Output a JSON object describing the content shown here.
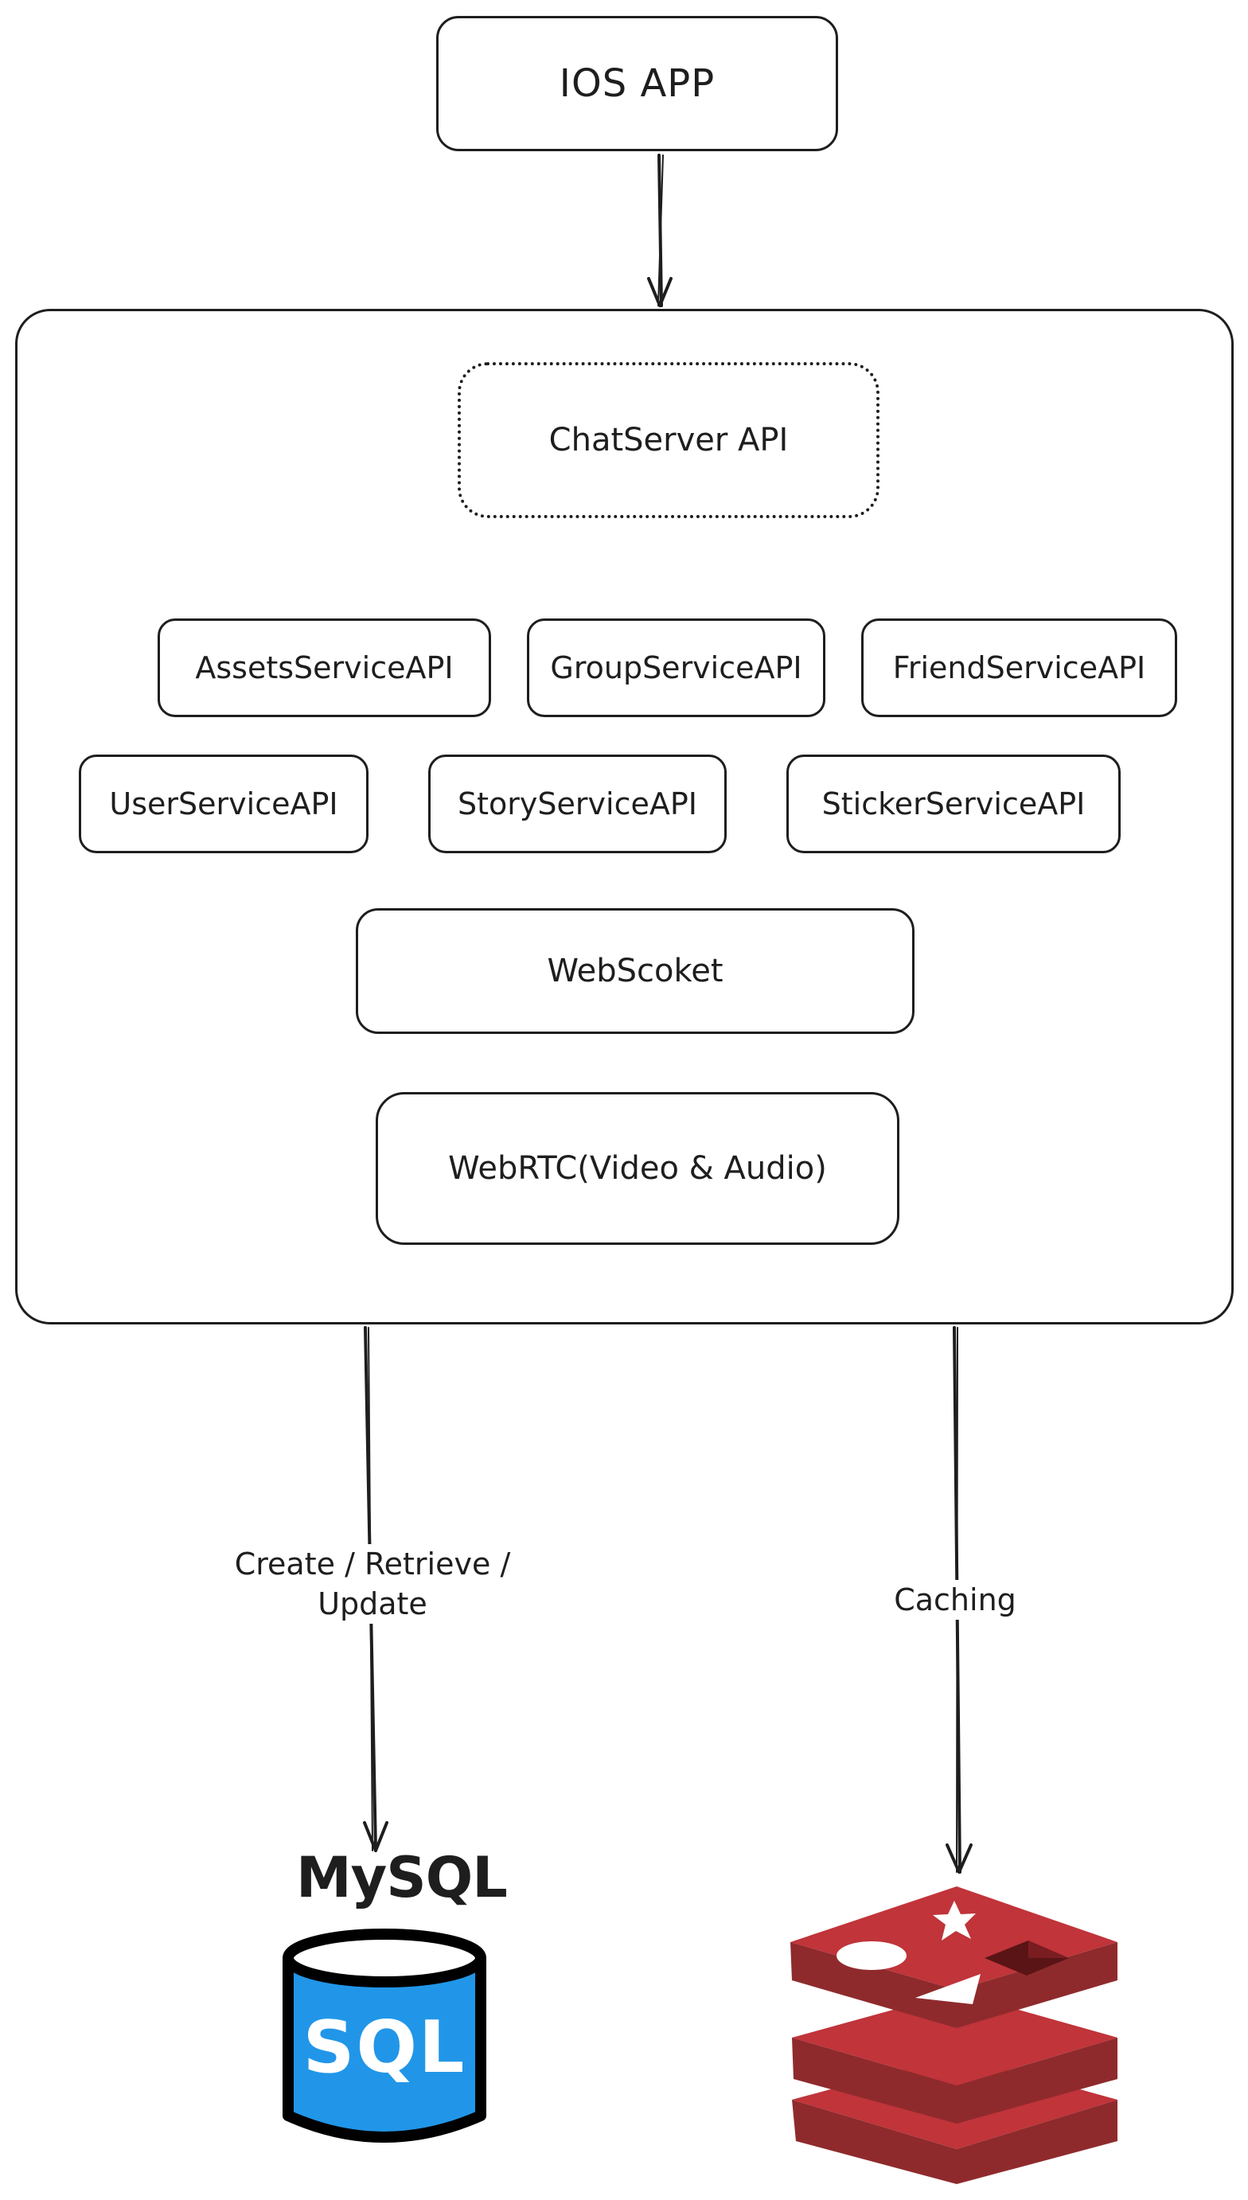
{
  "nodes": {
    "ios_app": "IOS APP",
    "chat_server_api": "ChatServer API",
    "assets_service": "AssetsServiceAPI",
    "group_service": "GroupServiceAPI",
    "friend_service": "FriendServiceAPI",
    "user_service": "UserServiceAPI",
    "story_service": "StoryServiceAPI",
    "sticker_service": "StickerServiceAPI",
    "websocket": "WebScoket",
    "webrtc": "WebRTC(Video & Audio)"
  },
  "edges": {
    "mysql_edge_label_line1": "Create / Retrieve /",
    "mysql_edge_label_line2": "Update",
    "redis_edge_label": "Caching"
  },
  "databases": {
    "mysql_title": "MySQL",
    "mysql_icon_text": "SQL",
    "mysql_color": "#2196e8",
    "redis_color": "#c0343a",
    "redis_icon": "redis-icon"
  }
}
